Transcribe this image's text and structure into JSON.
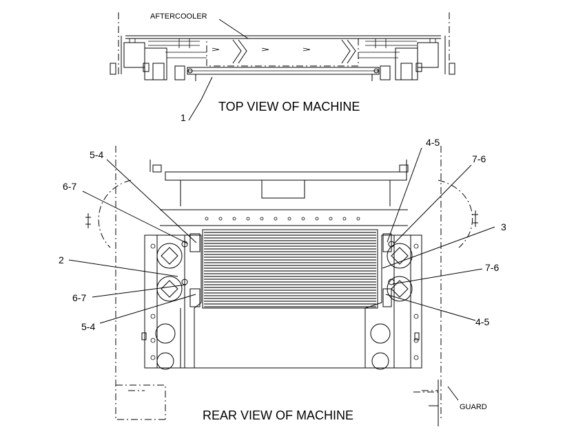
{
  "labels": {
    "aftercooler": "AFTERCOOLER",
    "top_view": "TOP VIEW OF MACHINE",
    "rear_view": "REAR VIEW OF MACHINE",
    "guard": "GUARD"
  },
  "callouts": [
    {
      "id": "c1",
      "text": "1"
    },
    {
      "id": "c54a",
      "text": "5-4"
    },
    {
      "id": "c67a",
      "text": "6-7"
    },
    {
      "id": "c2",
      "text": "2"
    },
    {
      "id": "c67b",
      "text": "6-7"
    },
    {
      "id": "c54b",
      "text": "5-4"
    },
    {
      "id": "c45a",
      "text": "4-5"
    },
    {
      "id": "c76a",
      "text": "7-6"
    },
    {
      "id": "c3",
      "text": "3"
    },
    {
      "id": "c76b",
      "text": "7-6"
    },
    {
      "id": "c45b",
      "text": "4-5"
    }
  ]
}
